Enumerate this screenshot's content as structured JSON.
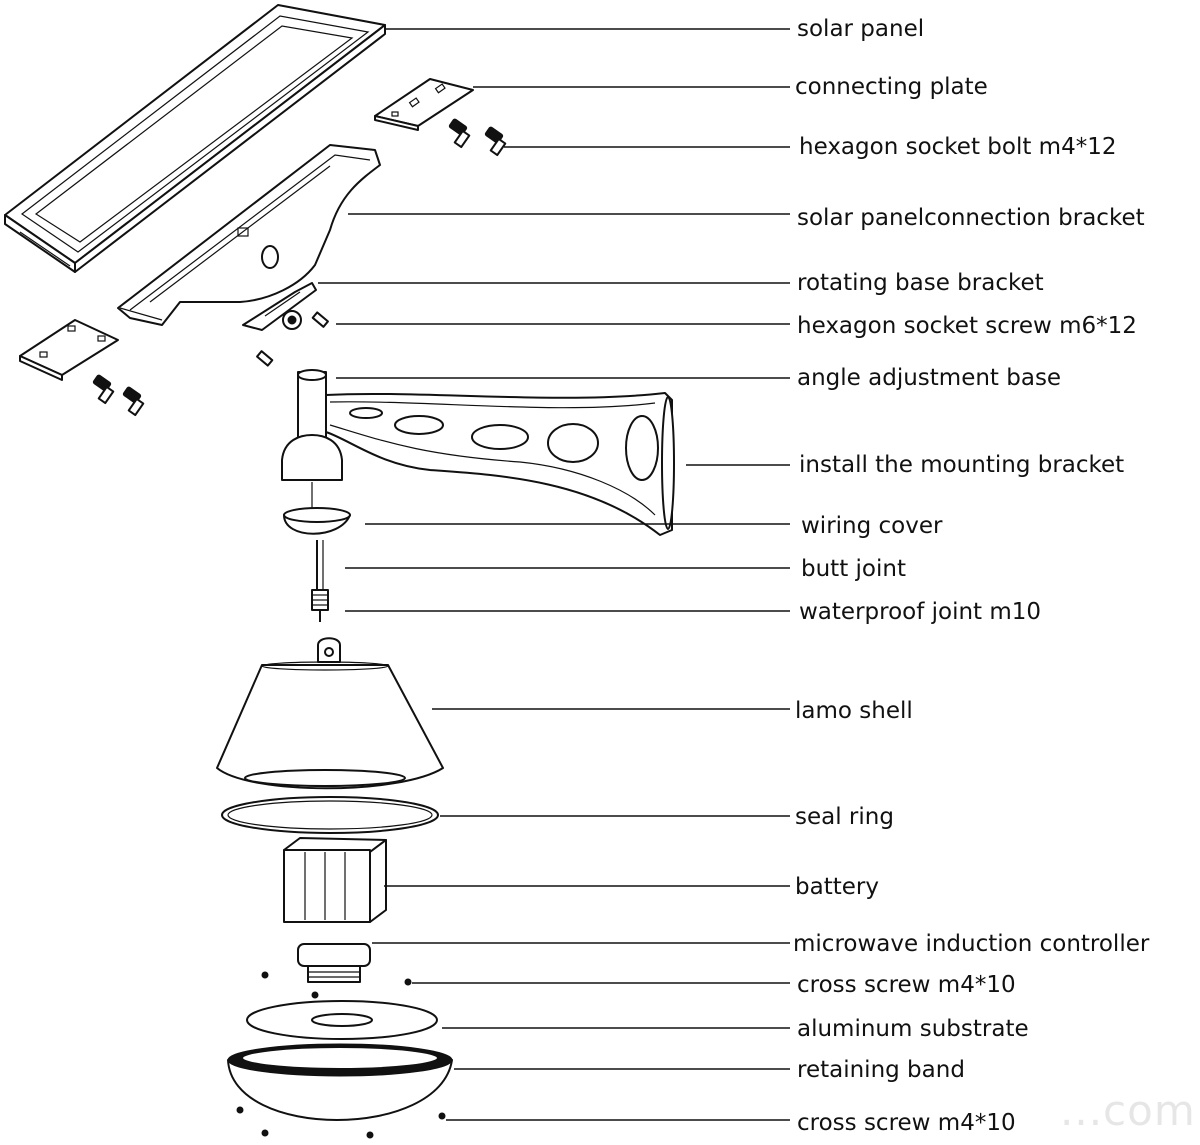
{
  "labels": [
    "solar panel",
    "connecting plate",
    "hexagon socket bolt m4*12",
    "solar panelconnection bracket",
    "rotating base bracket",
    "hexagon socket screw m6*12",
    "angle adjustment base",
    "install the mounting bracket",
    "wiring cover",
    "butt joint",
    "waterproof joint m10",
    "lamo shell",
    "seal ring",
    "battery",
    "microwave induction controller",
    "cross screw m4*10",
    "aluminum substrate",
    "retaining band",
    "cross screw m4*10"
  ],
  "watermark": "...com"
}
